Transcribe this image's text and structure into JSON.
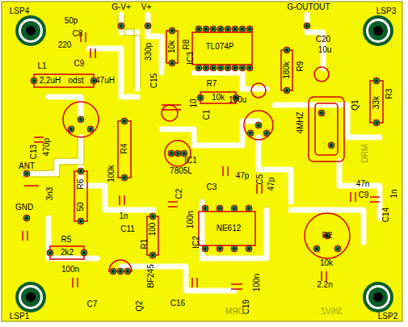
{
  "diagram": {
    "labels": [
      "LSP4",
      "G-V+",
      "V+",
      "G-OUTOUT",
      "LSP3",
      "50p",
      "C8",
      "220",
      "C9",
      "L1",
      "2,2uH",
      "odst",
      "47uH",
      "330p",
      "C15",
      "10k",
      "R8",
      "IC3",
      "TL074P",
      "C20",
      "10u",
      "180k",
      "R9",
      "R7",
      "10k",
      "100u",
      "10",
      "C1",
      "4MHZ",
      "Q1",
      "33k",
      "R3",
      "C13",
      "470p",
      "R4",
      "100k",
      "IC1",
      "7805L",
      "DRM",
      "ANT",
      "3n3",
      "50",
      "R6",
      "C3",
      "47p",
      "C5",
      "47p",
      "47n",
      "C9",
      "1n",
      "C14",
      "GND",
      "1n",
      "C11",
      "100",
      "R1",
      "C2",
      "100n",
      "IC2",
      "NE612",
      "R5",
      "2k2",
      "R2",
      "10k",
      "100n",
      "BF245",
      "C7",
      "Q2",
      "C16",
      "100n",
      "C19",
      "2.2n",
      "DRM",
      "3/6VZ",
      "LSP1",
      "LSP2"
    ]
  }
}
